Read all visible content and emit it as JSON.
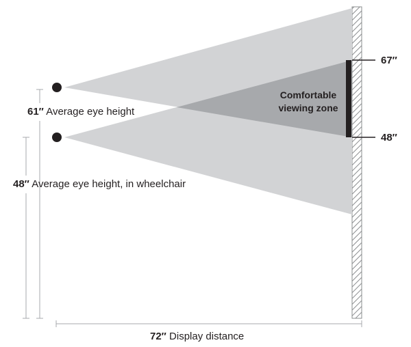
{
  "zone": {
    "line1": "Comfortable",
    "line2": "viewing zone"
  },
  "markers": {
    "top_value": "67″",
    "bottom_value": "48″"
  },
  "eye_standing": {
    "value": "61″",
    "label": "Average eye height"
  },
  "eye_wheelchair": {
    "value": "48″",
    "label": "Average eye height, in wheelchair"
  },
  "distance": {
    "value": "72″",
    "label": "Display distance"
  },
  "colors": {
    "cone": "#d2d3d5",
    "overlap": "#a7a9ac",
    "ink": "#231f20",
    "guide": "#a7a9ac",
    "wall_hatch": "#8a8c8e"
  }
}
